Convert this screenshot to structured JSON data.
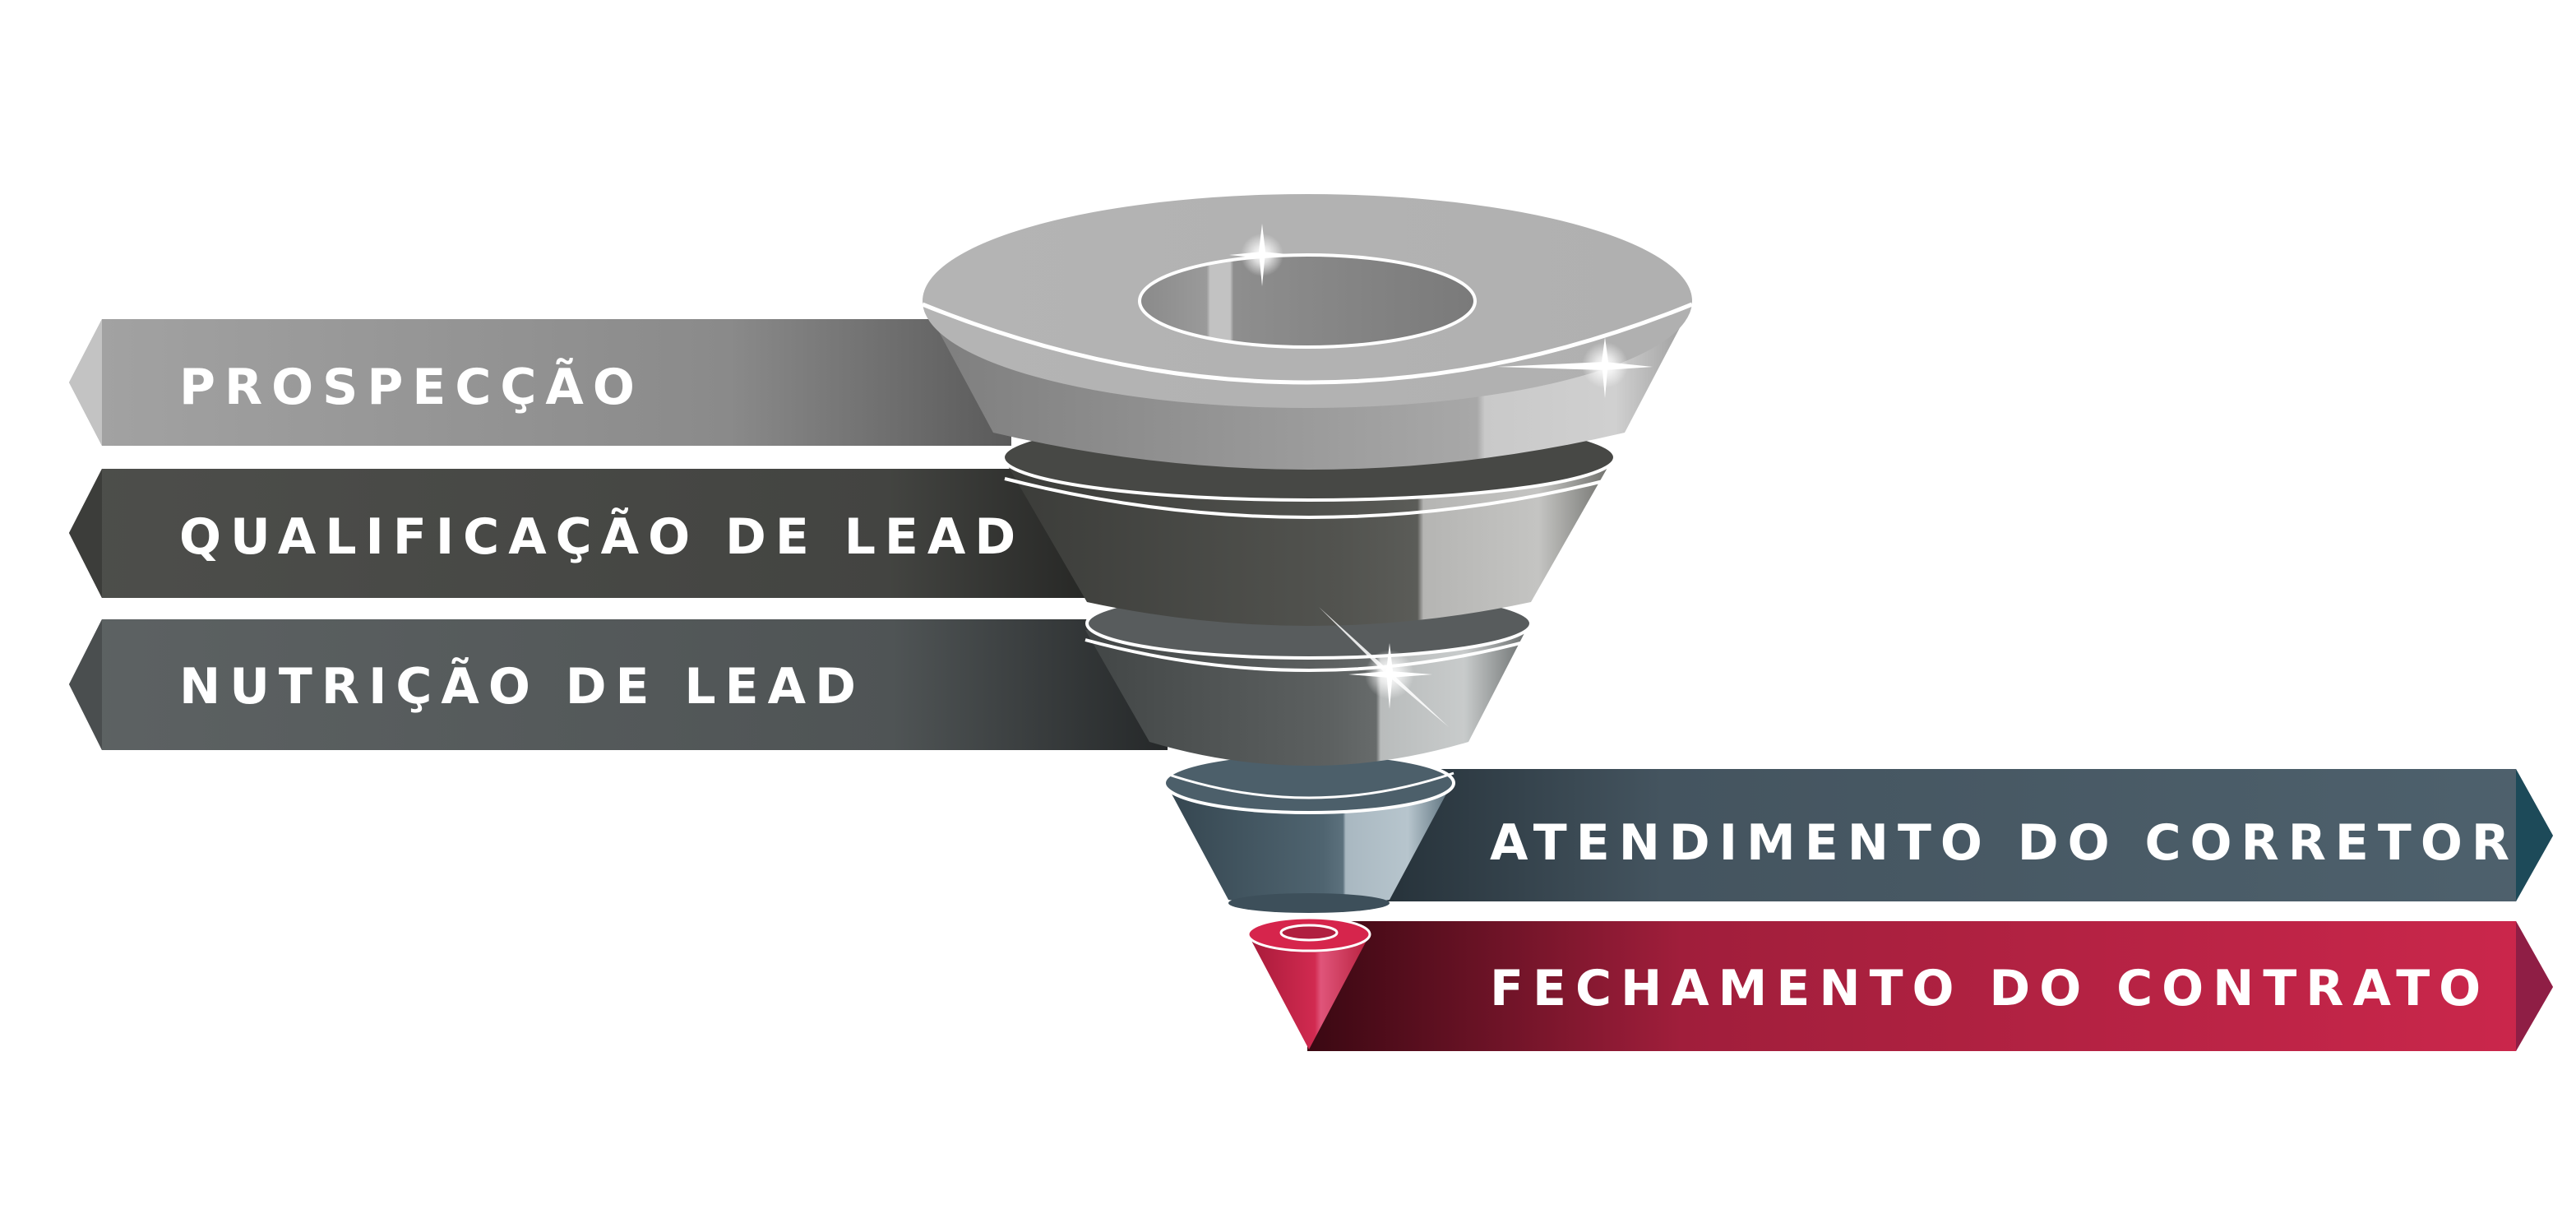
{
  "funnel": {
    "stages": [
      {
        "id": "prospeccao",
        "label": "PROSPECÇÃO",
        "color": "#8c8c8c"
      },
      {
        "id": "qualificacao",
        "label": "QUALIFICAÇÃO DE LEAD",
        "color": "#4a4a47"
      },
      {
        "id": "nutricao",
        "label": "NUTRIÇÃO DE LEAD",
        "color": "#565a5b"
      },
      {
        "id": "atendimento",
        "label": "ATENDIMENTO DO CORRETOR",
        "color": "#465762"
      },
      {
        "id": "fechamento",
        "label": "FECHAMENTO DO CONTRATO",
        "color": "#c8264b"
      }
    ]
  }
}
